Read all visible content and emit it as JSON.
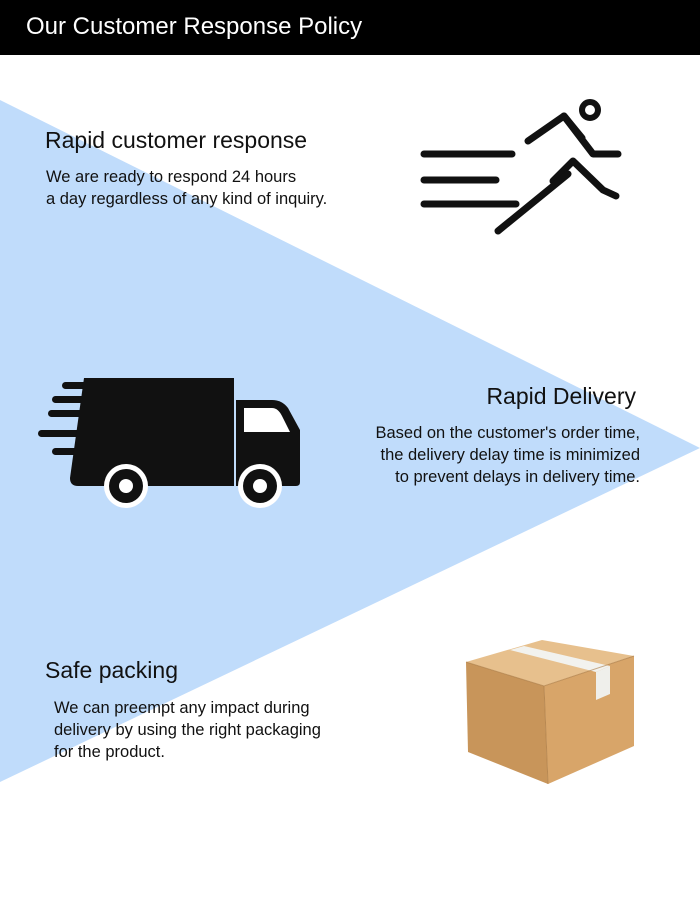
{
  "header": {
    "title": "Our Customer Response Policy"
  },
  "background": {
    "triangle_color": "#c0dcfb",
    "header_color": "#000000"
  },
  "sections": [
    {
      "title": "Rapid customer response",
      "body_lines": [
        "We are ready to respond 24 hours",
        "a day regardless of any kind of inquiry."
      ],
      "icon": "running-person-icon"
    },
    {
      "title": "Rapid Delivery",
      "body_lines": [
        "Based on the customer's order time,",
        "the delivery delay time is minimized",
        "to prevent delays in delivery time."
      ],
      "icon": "delivery-truck-icon"
    },
    {
      "title": "Safe packing",
      "body_lines": [
        "We can preempt any impact during",
        "delivery by using the right packaging",
        "for the product."
      ],
      "icon": "cardboard-box-icon"
    }
  ]
}
